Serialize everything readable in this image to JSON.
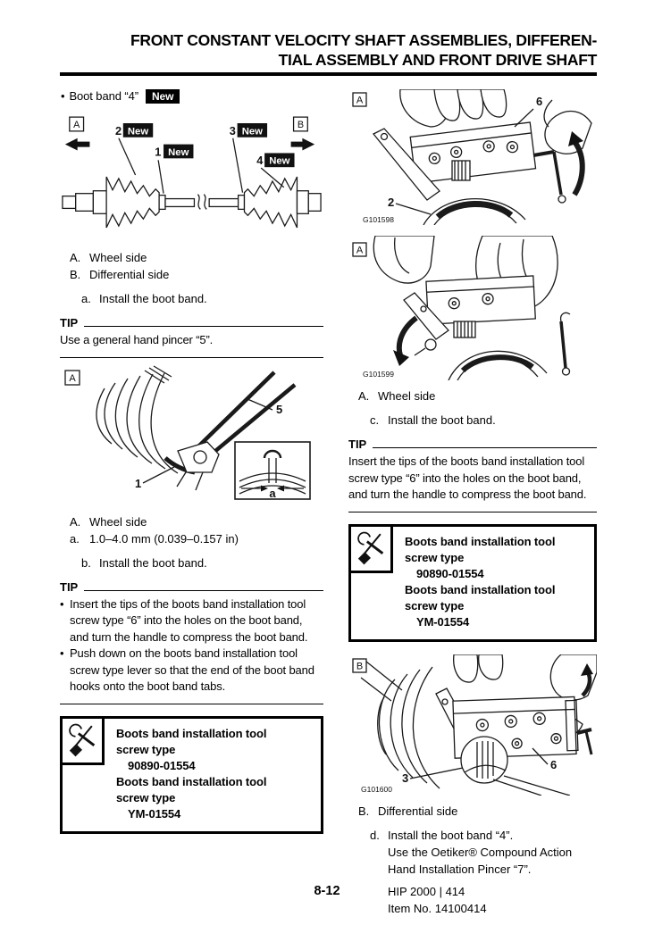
{
  "colors": {
    "ink": "#000000",
    "paper": "#ffffff",
    "badge_bg": "#000000",
    "badge_fg": "#ffffff"
  },
  "icons": {
    "toolbox": "wrench-screwdriver-icon",
    "frame_a": "boxed-letter-A",
    "frame_b": "boxed-letter-B"
  },
  "header": {
    "line1": "FRONT CONSTANT VELOCITY SHAFT ASSEMBLIES, DIFFEREN-",
    "line2": "TIAL ASSEMBLY AND FRONT DRIVE SHAFT"
  },
  "left": {
    "intro": {
      "text": "Boot band “4”",
      "badge": "New"
    },
    "fig_shaft": {
      "frame_a": "A",
      "frame_b": "B",
      "c1": "1",
      "c2": "2",
      "c3": "3",
      "c4": "4",
      "new": "New"
    },
    "legend1": [
      {
        "k": "A.",
        "v": "Wheel side"
      },
      {
        "k": "B.",
        "v": "Differential side"
      }
    ],
    "step_a": {
      "k": "a.",
      "v": "Install the boot band."
    },
    "tip1": {
      "label": "TIP",
      "text": "Use a general hand pincer “5”."
    },
    "fig_pincer": {
      "frame": "A",
      "c5": "5",
      "c1": "1",
      "dim": "a"
    },
    "legend2": [
      {
        "k": "A.",
        "v": "Wheel side"
      },
      {
        "k": "a.",
        "v": "1.0–4.0 mm (0.039–0.157 in)"
      }
    ],
    "step_b": {
      "k": "b.",
      "v": "Install the boot band."
    },
    "tip2": {
      "label": "TIP",
      "bullets": [
        "Insert the tips of the boots band installation tool screw type “6” into the holes on the boot band, and turn the handle to compress the boot band.",
        "Push down on the boots band installation tool screw type lever so that the end of the boot band hooks onto the boot band tabs."
      ]
    },
    "toolbox": {
      "l1": "Boots band installation tool",
      "l2": "screw type",
      "l3": "90890-01554",
      "l4": "Boots band installation tool",
      "l5": "screw type",
      "l6": "YM-01554"
    }
  },
  "right": {
    "fig1": {
      "frame": "A",
      "c6": "6",
      "c2": "2",
      "code": "G101598"
    },
    "fig2": {
      "frame": "A",
      "code": "G101599"
    },
    "legend3": [
      {
        "k": "A.",
        "v": "Wheel side"
      }
    ],
    "step_c": {
      "k": "c.",
      "v": "Install the boot band."
    },
    "tip3": {
      "label": "TIP",
      "text": "Insert the tips of the boots band installation tool screw type “6” into the holes on the boot band, and turn the handle to compress the boot band."
    },
    "toolbox": {
      "l1": "Boots band installation tool",
      "l2": "screw type",
      "l3": "90890-01554",
      "l4": "Boots band installation tool",
      "l5": "screw type",
      "l6": "YM-01554"
    },
    "fig3": {
      "frame": "B",
      "c3": "3",
      "c6": "6",
      "code": "G101600"
    },
    "legend4": [
      {
        "k": "B.",
        "v": "Differential side"
      }
    ],
    "step_d": {
      "k": "d.",
      "line1": "Install the boot band “4”.",
      "line2": "Use the Oetiker® Compound Action Hand Installation Pincer “7”.",
      "line3": "HIP 2000 | 414",
      "line4": "Item No. 14100414"
    }
  },
  "footer": {
    "page_number": "8-12"
  }
}
